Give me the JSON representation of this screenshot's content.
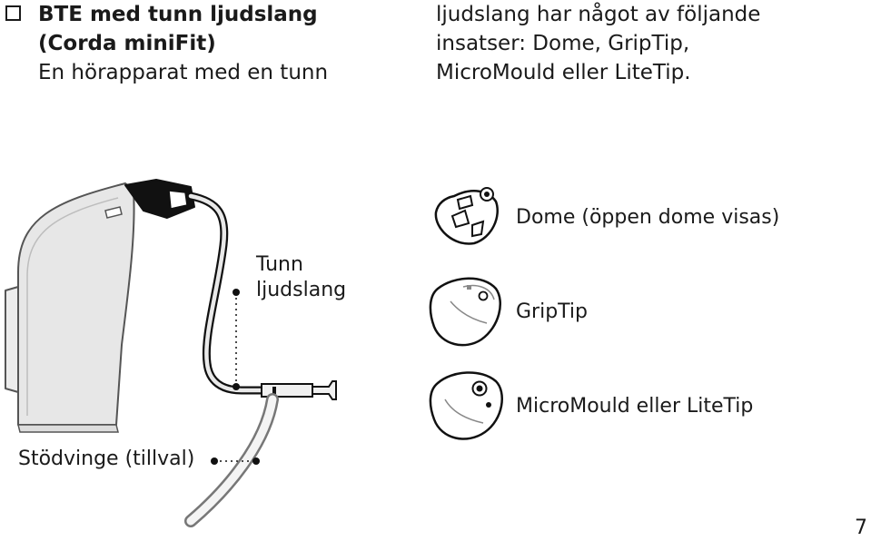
{
  "section": {
    "title_line1": "BTE med tunn ljudslang",
    "title_line2": "(Corda miniFit)",
    "intro_line": "En hörapparat med en tunn"
  },
  "body_text": {
    "line1": "ljudslang har något av följande",
    "line2": "insatser: Dome, GripTip,",
    "line3": "MicroMould eller LiteTip."
  },
  "callouts": {
    "thin_tube_line1": "Tunn",
    "thin_tube_line2": "ljudslang",
    "sport_lock": "Stödvinge (tillval)"
  },
  "inserts": [
    {
      "label": "Dome (öppen dome visas)",
      "icon": "dome-icon"
    },
    {
      "label": "GripTip",
      "icon": "griptip-icon"
    },
    {
      "label": "MicroMould eller LiteTip",
      "icon": "micromould-icon"
    }
  ],
  "page": {
    "number": "7"
  }
}
